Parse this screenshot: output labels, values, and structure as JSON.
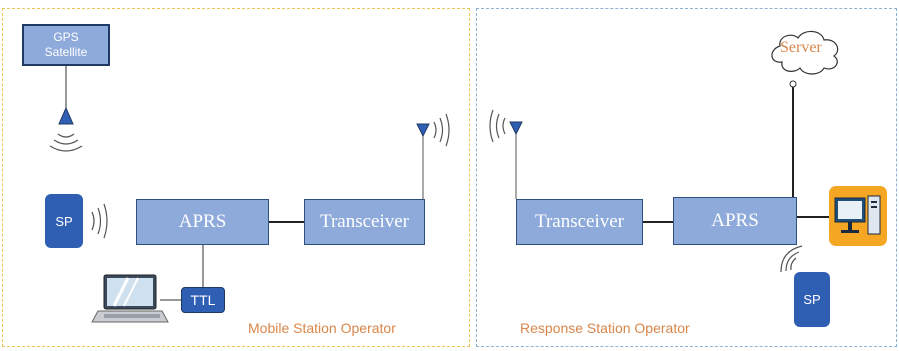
{
  "mobile_station": {
    "caption": "Mobile Station Operator",
    "gps": {
      "line1": "GPS",
      "line2": "Satellite"
    },
    "sp_label": "SP",
    "aprs_label": "APRS",
    "transceiver_label": "Transceiver",
    "ttl_label": "TTL"
  },
  "response_station": {
    "caption": "Response Station Operator",
    "transceiver_label": "Transceiver",
    "aprs_label": "APRS",
    "server_label": "Server",
    "sp_label": "SP"
  },
  "colors": {
    "box_fill": "#8eaadb",
    "box_border": "#2f4f82",
    "device_blue": "#2f5fb3",
    "mobile_border": "#e8c65a",
    "response_border": "#8fb0cf",
    "caption": "#d9864a",
    "computer_bg": "#f5a623"
  },
  "icons": [
    "antenna-icon",
    "signal-waves-icon",
    "laptop-icon",
    "cloud-icon",
    "desktop-computer-icon",
    "smartphone-icon"
  ]
}
